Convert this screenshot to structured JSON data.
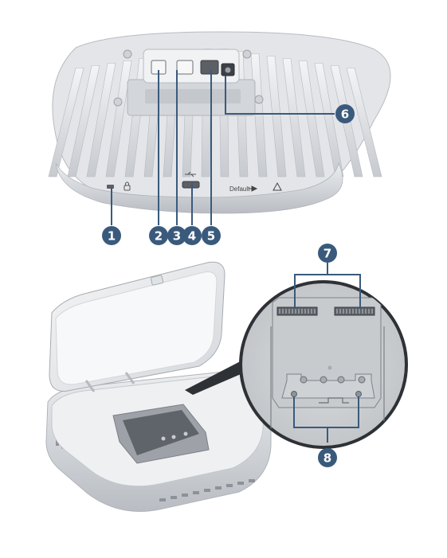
{
  "figure": {
    "labels": {
      "default_button": "Default",
      "reset_icon": "reset-arrow-icon",
      "warning_icon": "warning-triangle-icon",
      "lock_icon": "lock-icon",
      "usb_icon": "usb-icon"
    },
    "callouts": [
      {
        "id": "1",
        "text": "1",
        "target": "lock-slot"
      },
      {
        "id": "2",
        "text": "2",
        "target": "ethernet-port-1"
      },
      {
        "id": "3",
        "text": "3",
        "target": "ethernet-port-2"
      },
      {
        "id": "4",
        "text": "4",
        "target": "usb-port"
      },
      {
        "id": "5",
        "text": "5",
        "target": "ethernet-port-3"
      },
      {
        "id": "6",
        "text": "6",
        "target": "dc-power-jack"
      },
      {
        "id": "7",
        "text": "7",
        "target": "mounting-bracket-slots"
      },
      {
        "id": "8",
        "text": "8",
        "target": "mounting-bracket-screw-holes"
      }
    ],
    "colors": {
      "callout_fill": "#3a5a7c",
      "callout_line": "#3a5a7c",
      "device_body": "#e6e8eb",
      "device_shade": "#c9ccd1",
      "port_dark": "#5b5f66",
      "zoom_bg": "#d2d4d6"
    }
  }
}
